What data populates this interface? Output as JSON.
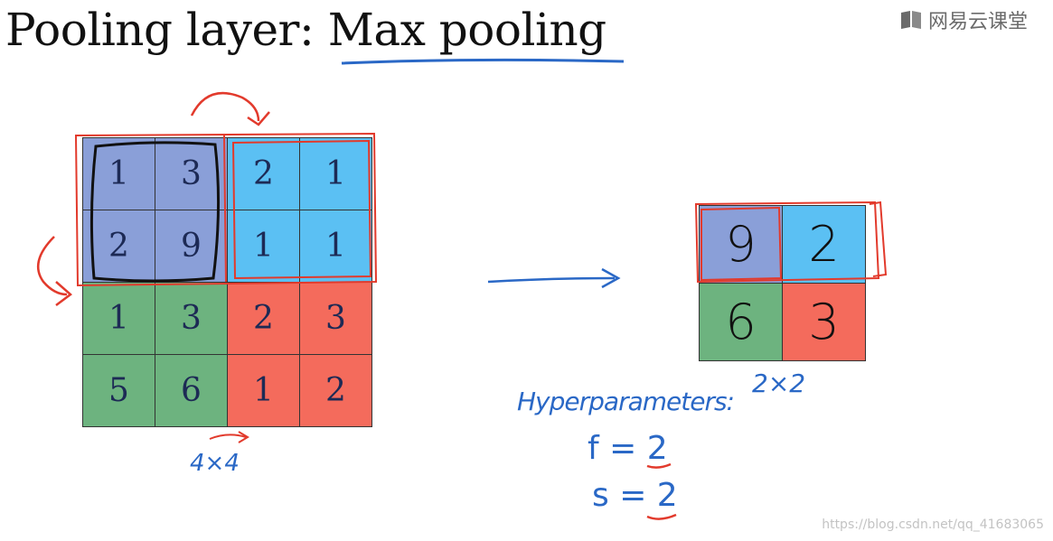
{
  "title": {
    "prefix": "Pooling layer: ",
    "emphasis": "Max pooling"
  },
  "logo": {
    "text": "网易云课堂"
  },
  "input_grid": {
    "label": "4×4",
    "rows": [
      [
        {
          "v": "1",
          "c": "purple"
        },
        {
          "v": "3",
          "c": "purple"
        },
        {
          "v": "2",
          "c": "blue"
        },
        {
          "v": "1",
          "c": "blue"
        }
      ],
      [
        {
          "v": "2",
          "c": "purple"
        },
        {
          "v": "9",
          "c": "purple"
        },
        {
          "v": "1",
          "c": "blue"
        },
        {
          "v": "1",
          "c": "blue"
        }
      ],
      [
        {
          "v": "1",
          "c": "green"
        },
        {
          "v": "3",
          "c": "green"
        },
        {
          "v": "2",
          "c": "red"
        },
        {
          "v": "3",
          "c": "red"
        }
      ],
      [
        {
          "v": "5",
          "c": "green"
        },
        {
          "v": "6",
          "c": "green"
        },
        {
          "v": "1",
          "c": "red"
        },
        {
          "v": "2",
          "c": "red"
        }
      ]
    ]
  },
  "output_grid": {
    "label": "2×2",
    "rows": [
      [
        {
          "v": "9",
          "c": "purple"
        },
        {
          "v": "2",
          "c": "blue"
        }
      ],
      [
        {
          "v": "6",
          "c": "green"
        },
        {
          "v": "3",
          "c": "red"
        }
      ]
    ]
  },
  "hyperparameters": {
    "heading": "Hyperparameters:",
    "f": "f = 2",
    "s": "s = 2"
  },
  "watermark": "https://blog.csdn.net/qq_41683065",
  "colors": {
    "purple": "#8a9fd8",
    "blue": "#5bc0f3",
    "green": "#6db37f",
    "red": "#f46b5c",
    "annotation_red": "#e23a2c",
    "annotation_blue": "#2a68c6"
  }
}
